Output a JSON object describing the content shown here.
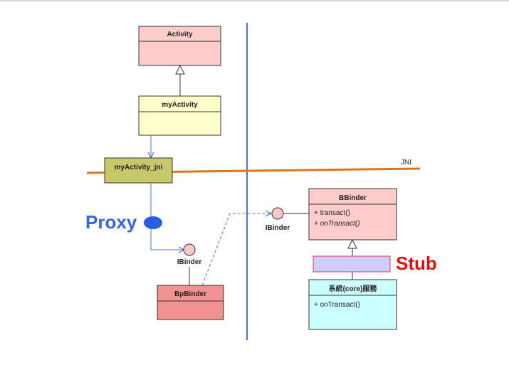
{
  "colors": {
    "vertical_line": "#4a72d8",
    "jni_line": "#d9771e",
    "proxy_label": "#3a63e0",
    "stub_label": "#e01010",
    "activity_fill": "#ffcccc",
    "myactivity_fill": "#ffffcc",
    "jni_box_fill": "#c8c86a",
    "bbinder_fill": "#ffcccc",
    "stub_box_fill": "#ccccff",
    "stub_box_stroke": "#e23a4a",
    "bpbinder_fill": "#f19292",
    "service_fill": "#ccffff",
    "ibinder_circle_fill": "#f6c9c9",
    "proxy_dot": "#2a5de6"
  },
  "classes": {
    "activity": {
      "name": "Activity"
    },
    "my_activity": {
      "name": "myActivity"
    },
    "my_activity_jni": {
      "name": "myActivity_jni"
    },
    "bbinder": {
      "name": "BBinder",
      "operations": [
        "+ transact()",
        "+ onTransact()"
      ]
    },
    "bpbinder": {
      "name": "BpBinder"
    },
    "core_service": {
      "name": "系統(core)服務",
      "operations": [
        "+ onTransact()"
      ]
    }
  },
  "interfaces": {
    "ibinder_left": "IBinder",
    "ibinder_right": "IBinder"
  },
  "labels": {
    "jni": "JNI",
    "proxy": "Proxy",
    "stub": "Stub"
  }
}
